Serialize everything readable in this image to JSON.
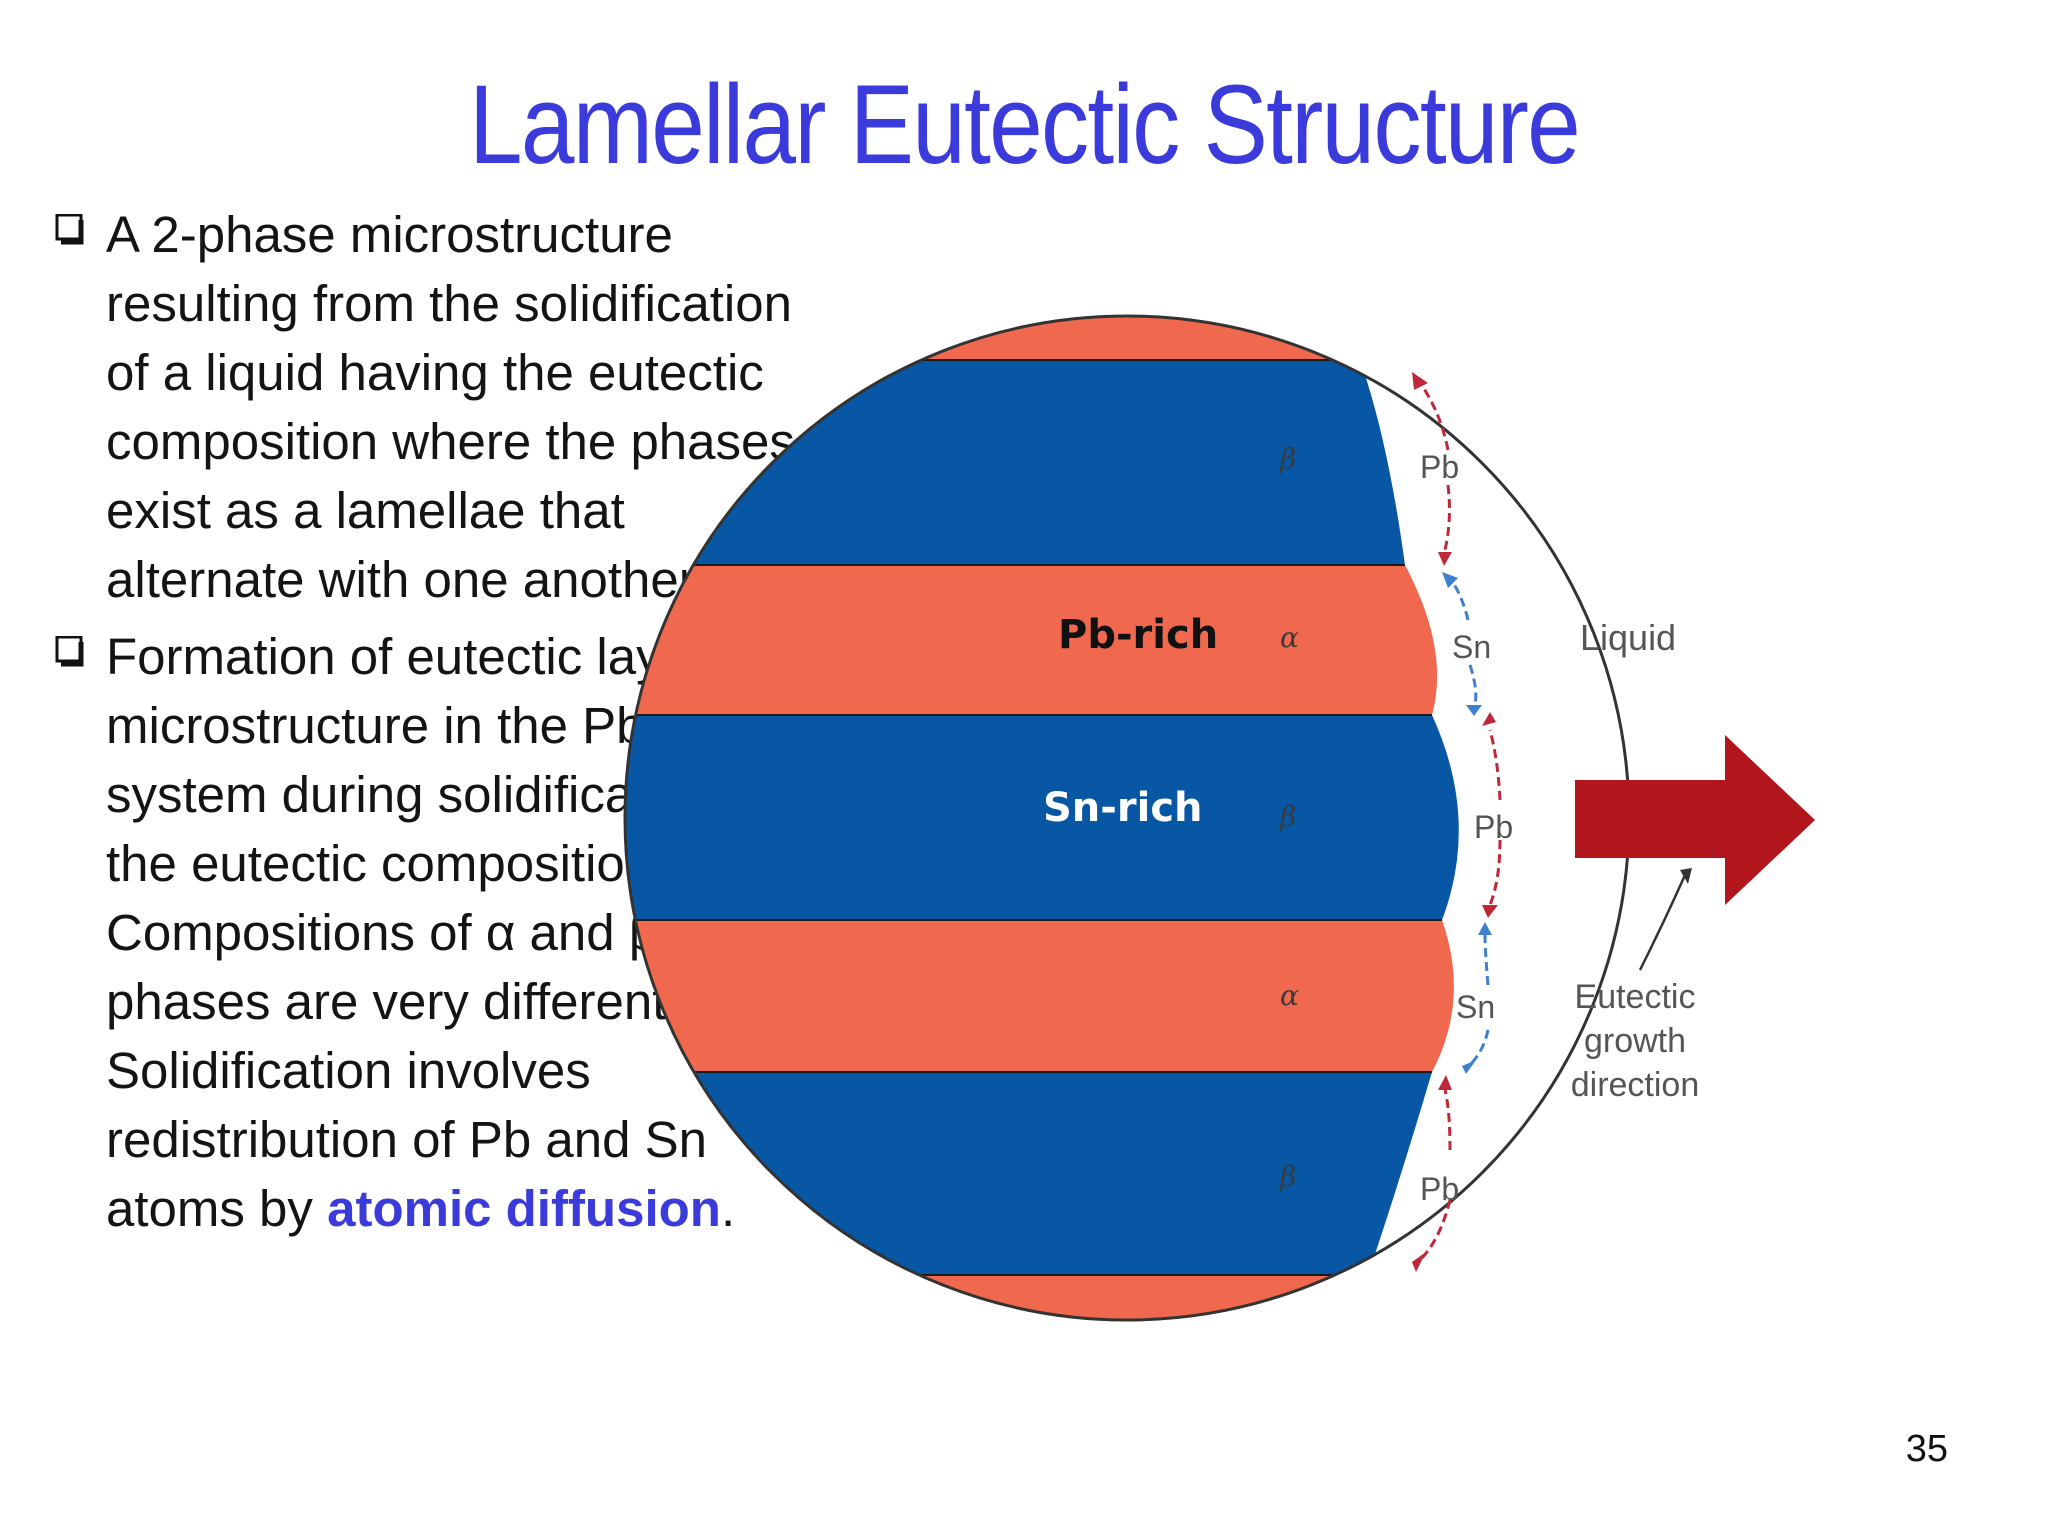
{
  "slide": {
    "title": "Lamellar Eutectic Structure",
    "page_number": "35"
  },
  "bullets": [
    {
      "text": "A 2-phase microstructure resulting from the solidification of a liquid having the eutectic composition where the phases exist as a lamellae that alternate with one another."
    },
    {
      "text_before": "Formation of eutectic layered microstructure in the Pb-Sn system during solidification at the eutectic composition. Compositions of α and β phases are very different. Solidification involves redistribution of Pb and Sn atoms by ",
      "highlight": "atomic diffusion",
      "text_after": "."
    }
  ],
  "diagram": {
    "callouts": {
      "pb_rich": "Pb-rich",
      "sn_rich": "Sn-rich"
    },
    "phase_labels": {
      "beta_1": "β",
      "alpha_1": "α",
      "beta_2": "β",
      "alpha_2": "α",
      "beta_3": "β"
    },
    "atom_labels": {
      "pb_1": "Pb",
      "sn_1": "Sn",
      "pb_2": "Pb",
      "sn_2": "Sn",
      "pb_3": "Pb"
    },
    "liquid_label": "Liquid",
    "growth_label_lines": [
      "Eutectic",
      "growth",
      "direction"
    ],
    "colors": {
      "alpha": "#f0694e",
      "beta": "#0757a5",
      "arrow": "#b0161c",
      "pb_arrow": "#c0283a",
      "sn_arrow": "#3f7fd0",
      "title": "#3b3bdc"
    }
  }
}
